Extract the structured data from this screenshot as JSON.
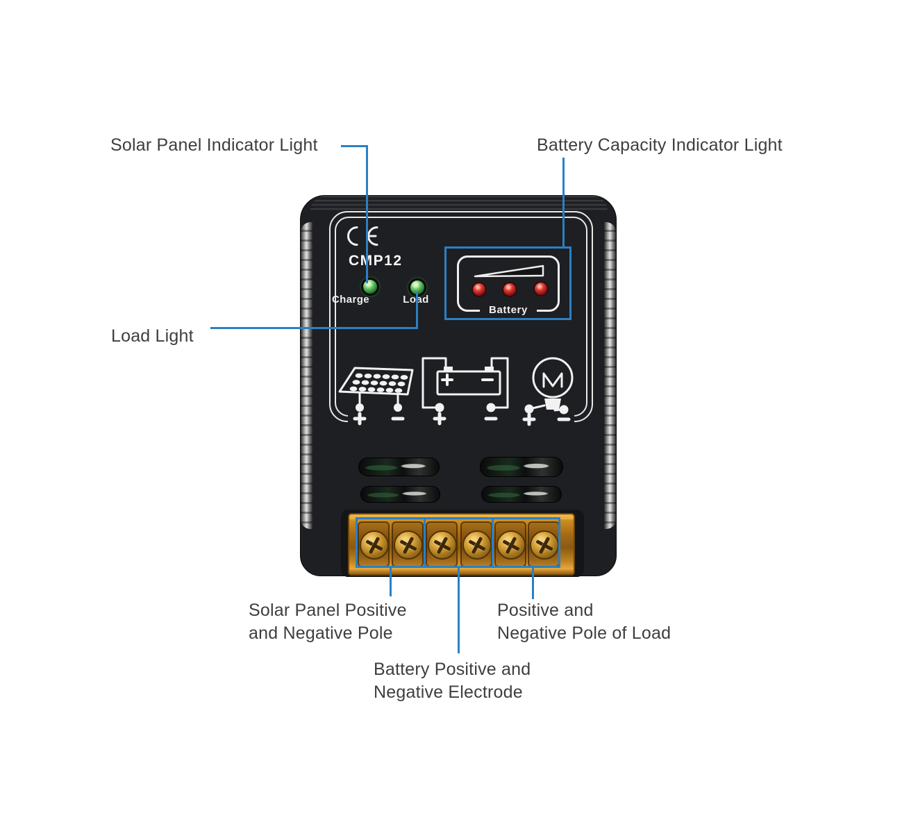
{
  "annotations": {
    "solar_panel_indicator": "Solar Panel Indicator Light",
    "battery_capacity_indicator": "Battery Capacity Indicator Light",
    "load_light": "Load Light",
    "solar_pole_line1": "Solar Panel Positive",
    "solar_pole_line2": "and Negative Pole",
    "battery_electrode_line1": "Battery Positive and",
    "battery_electrode_line2": "Negative Electrode",
    "load_pole_line1": "Positive and",
    "load_pole_line2": "Negative Pole of Load"
  },
  "device": {
    "model": "CMP12",
    "certification": "CE",
    "charge_led_label": "Charge",
    "load_led_label": "Load",
    "battery_panel_label": "Battery"
  },
  "icons": {
    "ce_mark": "ce-mark-icon",
    "solar_panel": "solar-panel-icon",
    "battery": "battery-icon",
    "lamp": "load-lamp-icon",
    "battery_level_wedge": "battery-level-wedge-icon"
  },
  "colors": {
    "annotation_blue": "#2b80c4",
    "label_text": "#3e3e3e",
    "body_black": "#1e1f22",
    "terminal_orange": "#c98a20",
    "led_green": "#3fae4c",
    "led_red": "#c5161d",
    "marking_white": "#f0f0f0"
  }
}
